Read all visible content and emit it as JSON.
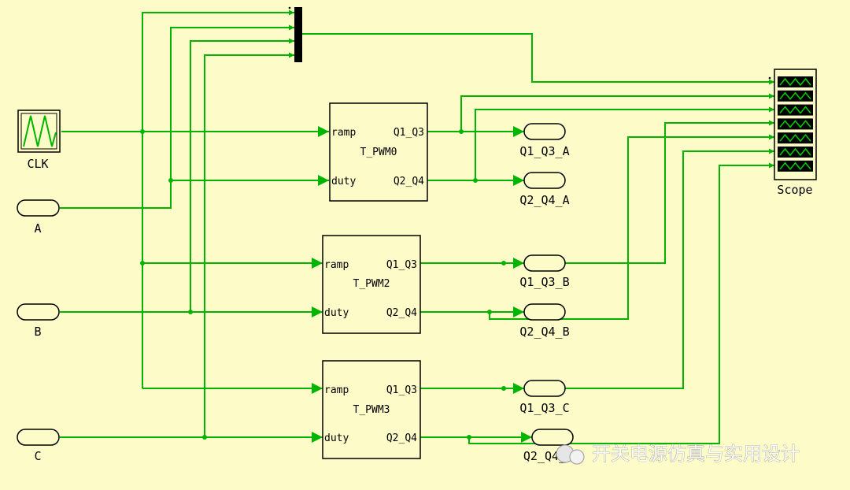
{
  "colors": {
    "wire": "#00b400",
    "background": "#fdfbc8",
    "block_border": "#000000"
  },
  "sources": {
    "clk": "CLK",
    "a": "A",
    "b": "B",
    "c": "C"
  },
  "blocks": {
    "pwm0": {
      "title": "T_PWM0",
      "in1": "ramp",
      "in2": "duty",
      "out1": "Q1_Q3",
      "out2": "Q2_Q4"
    },
    "pwm2": {
      "title": "T_PWM2",
      "in1": "ramp",
      "in2": "duty",
      "out1": "Q1_Q3",
      "out2": "Q2_Q4"
    },
    "pwm3": {
      "title": "T_PWM3",
      "in1": "ramp",
      "in2": "duty",
      "out1": "Q1_Q3",
      "out2": "Q2_Q4"
    }
  },
  "outputs": {
    "q1q3a": "Q1_Q3_A",
    "q2q4a": "Q2_Q4_A",
    "q1q3b": "Q1_Q3_B",
    "q2q4b": "Q2_Q4_B",
    "q1q3c": "Q1_Q3_C",
    "q2q4c": "Q2_Q4_"
  },
  "scope": {
    "label": "Scope",
    "channels": 7
  },
  "watermark": "开关电源仿真与实用设计"
}
